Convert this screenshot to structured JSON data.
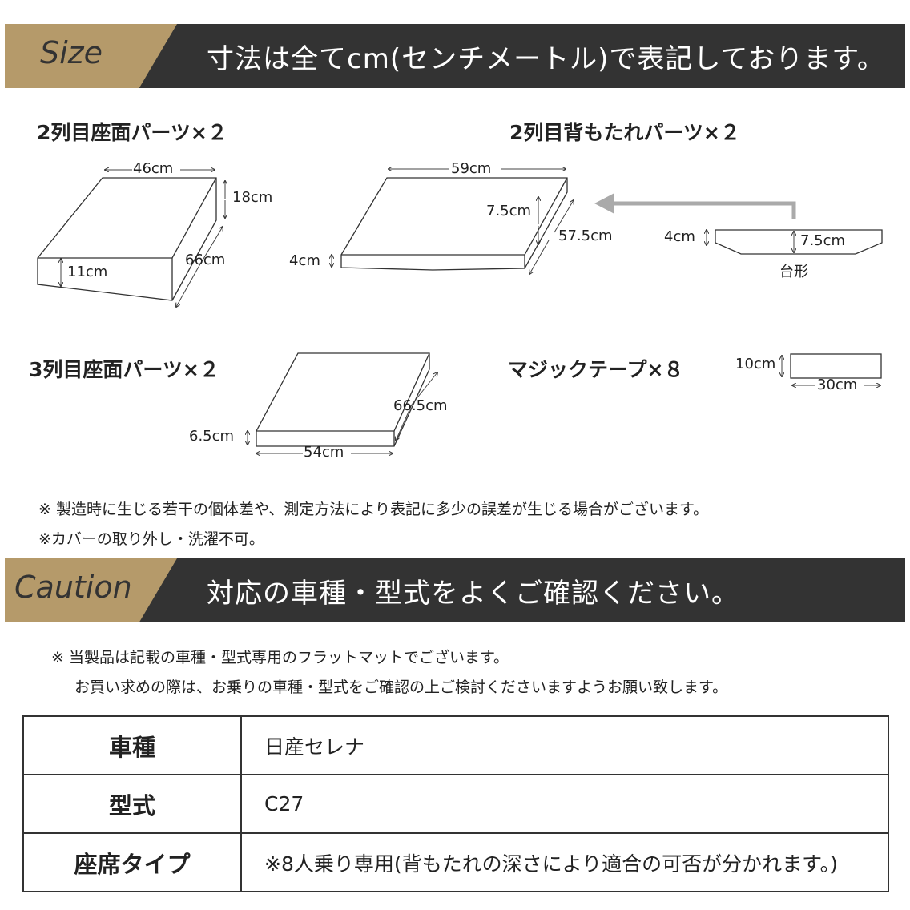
{
  "size_banner": {
    "tag": "Size",
    "title": "寸法は全てcm(センチメートル)で表記しております。"
  },
  "parts": [
    {
      "label": "2列目座面パーツ×２",
      "dims": [
        "46cm",
        "18cm",
        "66cm",
        "11cm"
      ]
    },
    {
      "label": "2列目背もたれパーツ×２",
      "dims": [
        "59cm",
        "7.5cm",
        "57.5cm",
        "4cm"
      ]
    },
    {
      "label": "3列目座面パーツ×２",
      "dims": [
        "66.5cm",
        "6.5cm",
        "54cm"
      ]
    },
    {
      "label": "マジックテープ×８",
      "dims": [
        "10cm",
        "30cm"
      ]
    }
  ],
  "trapezoid": {
    "dims": [
      "4cm",
      "7.5cm"
    ],
    "caption": "台形"
  },
  "notes": [
    "※ 製造時に生じる若干の個体差や、測定方法により表記に多少の誤差が生じる場合がございます。",
    "※カバーの取り外し・洗濯不可。"
  ],
  "caution_banner": {
    "tag": "Caution",
    "title": "対応の車種・型式をよくご確認ください。"
  },
  "caution_notes": [
    "※ 当製品は記載の車種・型式専用のフラットマットでございます。",
    "お買い求めの際は、お乗りの車種・型式をご確認の上ご検討くださいますようお願い致します。"
  ],
  "table": {
    "rows": [
      {
        "header": "車種",
        "value": "日産セレナ"
      },
      {
        "header": "型式",
        "value": "C27"
      },
      {
        "header": "座席タイプ",
        "value": "※8人乗り専用(背もたれの深さにより適合の可否が分かれます。)"
      }
    ]
  },
  "colors": {
    "banner": "#333333",
    "accent": "#b59a6a",
    "arrow": "#aaaaaa"
  }
}
